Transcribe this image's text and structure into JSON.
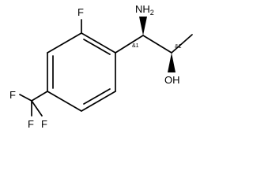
{
  "molecule": {
    "atoms": {
      "f_aryl": "F",
      "nh2": "NH",
      "nh2_sub": "2",
      "oh": "OH",
      "cf3_f1": "F",
      "cf3_f2": "F",
      "cf3_f3": "F"
    },
    "stereo_labels": {
      "c1": "&1",
      "c2": "&1"
    }
  }
}
